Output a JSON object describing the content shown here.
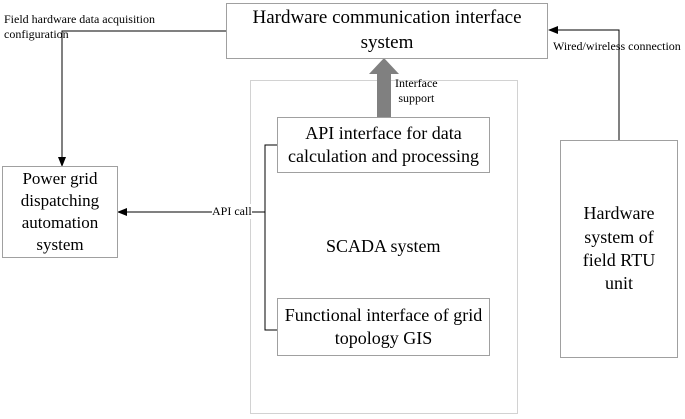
{
  "nodes": {
    "hardware_comm": "Hardware communication interface system",
    "api_interface": "API interface for data calculation and processing",
    "grid_topology": "Functional interface of grid topology GIS",
    "power_grid": "Power grid dispatching automation system",
    "rtu_system": "Hardware system of field RTU unit",
    "scada": "SCADA system"
  },
  "edge_labels": {
    "field_config_line1": "Field hardware data acquisition",
    "field_config_line2": "configuration",
    "wired_wireless": "Wired/wireless connection",
    "interface_support_line1": "Interface",
    "interface_support_line2": "support",
    "api_call": "API call"
  },
  "colors": {
    "line": "#000000",
    "box_border": "#a0a0a0",
    "region_border": "#d2d2d2",
    "thick_arrow": "#808080"
  }
}
